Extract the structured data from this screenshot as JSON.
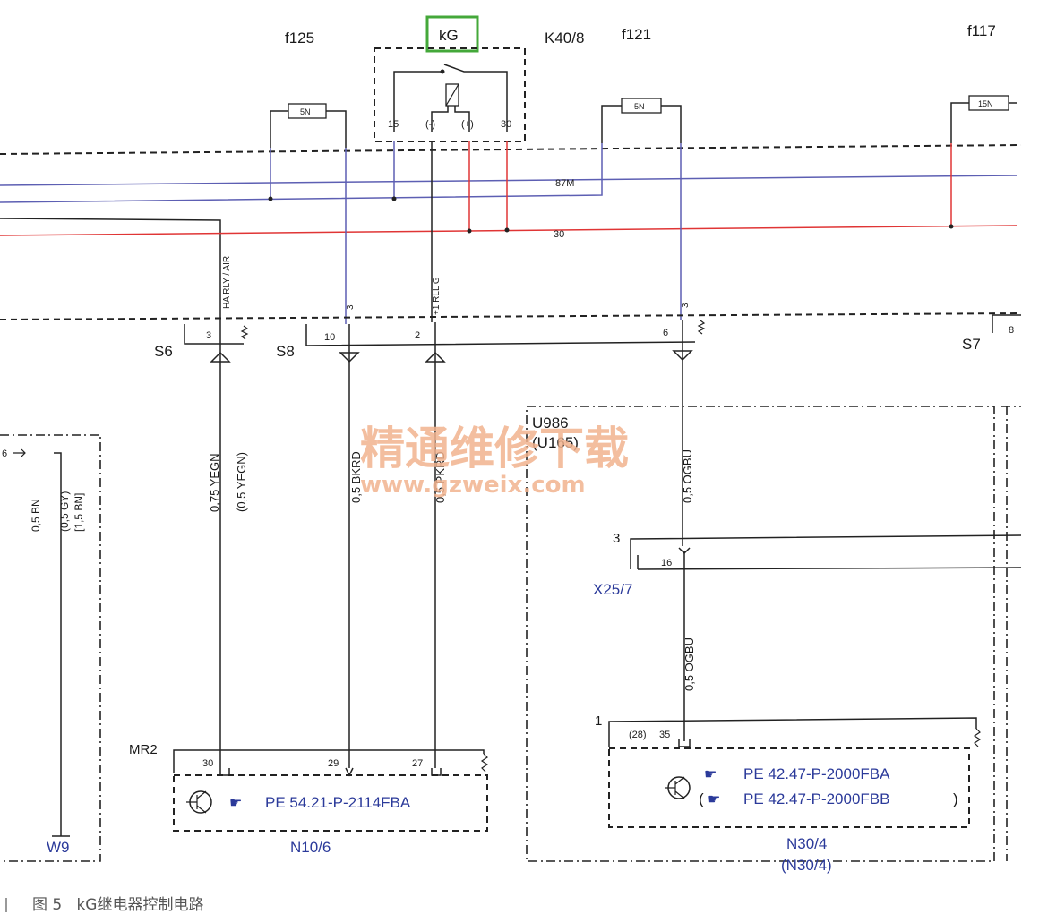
{
  "colors": {
    "magenta_wire": "#5d5fb3",
    "red_wire": "#e03535",
    "relay_highlight": "#44a83a",
    "watermark": "#f2b38f",
    "ecu_label": "#2b3a9a"
  },
  "fuses": {
    "f125": {
      "id": "f125",
      "rating": "5N"
    },
    "f121": {
      "id": "f121",
      "rating": "5N"
    },
    "f117": {
      "id": "f117",
      "rating": "15N"
    }
  },
  "relay": {
    "name": "kG",
    "id": "K40/8",
    "pins": [
      "15",
      "(-)",
      "(+)",
      "30"
    ]
  },
  "bus_labels": {
    "b87m": "87M",
    "b30": "30"
  },
  "vertical_wire_labels": {
    "s6_top": "HA RLY / AIR",
    "s8_top": "3",
    "relay_wire": "+1 RLL G",
    "f121_top": "3"
  },
  "splices": {
    "s6": {
      "id": "S6",
      "pin": "3"
    },
    "s8": {
      "id": "S8",
      "pin1": "10",
      "pin2": "2",
      "pin3": "6"
    },
    "s7": {
      "id": "S7",
      "pin": "8"
    }
  },
  "wires": {
    "w1": "0,75 YEGN",
    "w1b": "(0,5 YEGN)",
    "w2": "0,5 BKRD",
    "w3": "0,5 PKRD",
    "w4": "0,5 OGBU",
    "w5": "0,5 OGBU",
    "left1": "0,5 BN",
    "left2": "(0,5 GY)",
    "left3": "[1,5 BN]",
    "left_pin": "6"
  },
  "ground": {
    "id": "W9"
  },
  "region": {
    "id": "U986",
    "alt": "(U165)"
  },
  "connector": {
    "id": "X25/7",
    "pin_a": "3",
    "pin_b": "16"
  },
  "ecu_n10": {
    "connector": "MR2",
    "pins": [
      "30",
      "29",
      "27"
    ],
    "ref": "PE 54.21-P-2114FBA",
    "id": "N10/6"
  },
  "ecu_n30": {
    "pin_outer": "1",
    "pin_alt": "(28)",
    "pin": "35",
    "ref1": "PE 42.47-P-2000FBA",
    "ref2": "PE 42.47-P-2000FBB",
    "open_paren": "(",
    "close_paren": ")",
    "id": "N30/4",
    "alt_id": "(N30/4)"
  },
  "watermark": {
    "cn": "精通维修下载",
    "url": "www.gzweix.com"
  },
  "caption": {
    "figure": "图 5",
    "title": "kG继电器控制电路"
  }
}
